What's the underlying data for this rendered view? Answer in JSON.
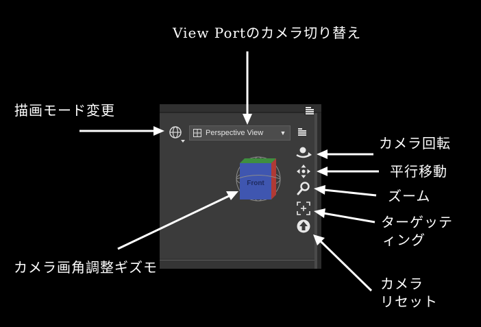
{
  "labels": {
    "camera_switch": "View Portのカメラ切り替え",
    "draw_mode": "描画モード変更",
    "camera_rotate": "カメラ回転",
    "pan": "平行移動",
    "zoom": "ズーム",
    "targeting_line1": "ターゲッテ",
    "targeting_line2": "ィング",
    "gizmo": "カメラ画角調整ギズモ",
    "reset_line1": "カメラ",
    "reset_line2": "リセット"
  },
  "viewport": {
    "camera_dropdown": "Perspective View",
    "cube_face": "Front"
  },
  "colors": {
    "background": "#000000",
    "panel": "#3b3b3b",
    "annotation": "#ffffff",
    "cube_front": "#3f56b0",
    "cube_right": "#b03a35",
    "cube_top": "#3f8e3f"
  },
  "icons": {
    "draw_mode": "globe-icon",
    "panel_menu": "menu-icon",
    "dropdown": "grid-view-icon",
    "rotate": "rotate-camera-icon",
    "pan": "move-arrows-icon",
    "zoom": "magnifier-icon",
    "target": "target-frame-icon",
    "reset": "reset-up-arrow-icon"
  }
}
